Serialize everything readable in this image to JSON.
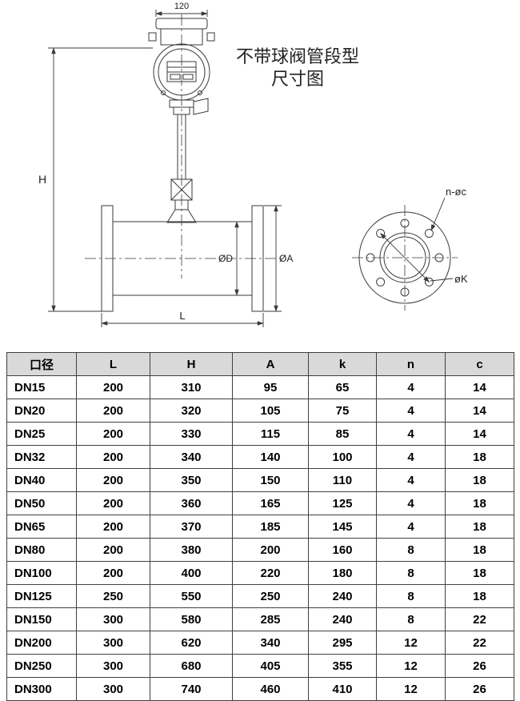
{
  "drawing": {
    "title": [
      "不带球阀管段型",
      "尺寸图"
    ],
    "dims": {
      "top_width": "120",
      "height": "H",
      "pipe_bore": "ØD",
      "flange_od": "ØA",
      "length": "L"
    },
    "flange_view": {
      "holes_label": "n-øc",
      "bolt_circle_label": "øK"
    },
    "line_color": "#3a3a3a"
  },
  "table": {
    "header_bg": "#d9d9d9",
    "headers": [
      "口径",
      "L",
      "H",
      "A",
      "k",
      "n",
      "c"
    ],
    "rows": [
      [
        "DN15",
        "200",
        "310",
        "95",
        "65",
        "4",
        "14"
      ],
      [
        "DN20",
        "200",
        "320",
        "105",
        "75",
        "4",
        "14"
      ],
      [
        "DN25",
        "200",
        "330",
        "115",
        "85",
        "4",
        "14"
      ],
      [
        "DN32",
        "200",
        "340",
        "140",
        "100",
        "4",
        "18"
      ],
      [
        "DN40",
        "200",
        "350",
        "150",
        "110",
        "4",
        "18"
      ],
      [
        "DN50",
        "200",
        "360",
        "165",
        "125",
        "4",
        "18"
      ],
      [
        "DN65",
        "200",
        "370",
        "185",
        "145",
        "4",
        "18"
      ],
      [
        "DN80",
        "200",
        "380",
        "200",
        "160",
        "8",
        "18"
      ],
      [
        "DN100",
        "200",
        "400",
        "220",
        "180",
        "8",
        "18"
      ],
      [
        "DN125",
        "250",
        "550",
        "250",
        "240",
        "8",
        "18"
      ],
      [
        "DN150",
        "300",
        "580",
        "285",
        "240",
        "8",
        "22"
      ],
      [
        "DN200",
        "300",
        "620",
        "340",
        "295",
        "12",
        "22"
      ],
      [
        "DN250",
        "300",
        "680",
        "405",
        "355",
        "12",
        "26"
      ],
      [
        "DN300",
        "300",
        "740",
        "460",
        "410",
        "12",
        "26"
      ]
    ]
  }
}
